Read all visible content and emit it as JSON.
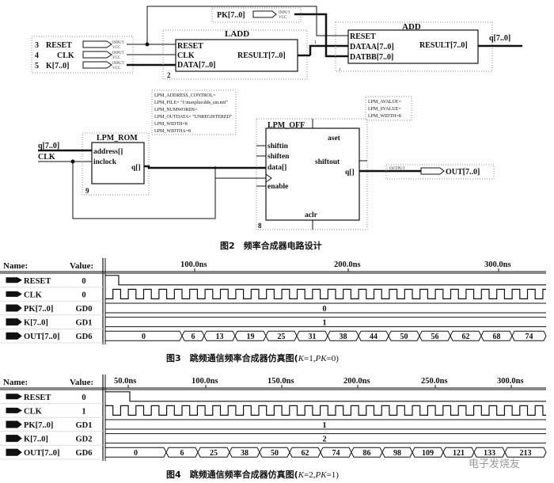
{
  "circuit": {
    "inputs": [
      "RESET",
      "CLK",
      "K[7..0]"
    ],
    "input_numbers": [
      "3",
      "4",
      "5"
    ],
    "input_buf_label": "INPUT",
    "input_vcc_label": "VCC",
    "pk_input": "PK[7..0]",
    "ladd": {
      "title": "LADD",
      "number": "2",
      "ports_in": [
        "RESET",
        "CLK",
        "DATA[7..0]"
      ],
      "port_out": "RESULT[7..0]"
    },
    "add": {
      "title": "ADD",
      "number": "1",
      "ports_in": [
        "RESET",
        "DATAA[7..0]",
        "DATBB[7..0]"
      ],
      "port_out": "RESULT[7..0]"
    },
    "add_out": "q[7..0]",
    "lpm_rom": {
      "title": "LPM_ROM",
      "number": "9",
      "ports_in": [
        "address[]",
        "inclock"
      ],
      "port_out": "q[]",
      "params": [
        "LPM_ADDRESS_CONTROL=",
        "LPM_FILE= \"f:\\maxplus\\dds_sin.mif\"",
        "LPM_NUMWORDS=",
        "LPM_OUTDATA= \"UNREGISTERED\"",
        "LPM_WIDTH=8",
        "LPM_WIDTHA=8"
      ]
    },
    "rom_inputs": [
      "q[7..0]",
      "CLK"
    ],
    "lpm_off": {
      "title": "LPM_OFF",
      "number": "8",
      "ports_in": [
        "shiftin",
        "shiften",
        "data[]",
        "",
        "enable"
      ],
      "top": "aset",
      "bottom": "aclr",
      "out1": "shiftout",
      "out2": "q[]",
      "params": [
        "LPM_AVALUE=",
        "LPM_SVALUE=",
        "LPM_WIDTH=8"
      ]
    },
    "output_label": "OUT[7..0]",
    "output_buf_label": "OUTPUT"
  },
  "fig2_caption": "图2　频率合成器电路设计",
  "sim1": {
    "caption_main": "图3　跳频通信频率合成器仿真图(",
    "caption_k": "K",
    "caption_mid": "=1,",
    "caption_pk": "PK",
    "caption_end": "=0)",
    "header_name": "Name:",
    "header_value": "Value:",
    "time_labels": [
      "100.0ns",
      "200.0ns",
      "300.0ns"
    ],
    "signals": [
      {
        "name": "RESET",
        "value": "0",
        "icon": "input-pin-icon"
      },
      {
        "name": "CLK",
        "value": "0",
        "icon": "input-pin-icon"
      },
      {
        "name": "PK[7..0]",
        "value": "GD0",
        "icon": "bus-pin-icon",
        "bus_value": "0"
      },
      {
        "name": "K[7..0]",
        "value": "GD1",
        "icon": "bus-pin-icon",
        "bus_value": "1"
      },
      {
        "name": "OUT[7..0]",
        "value": "GD6",
        "icon": "bus-output-icon"
      }
    ],
    "out_values": [
      "0",
      "6",
      "13",
      "19",
      "25",
      "31",
      "38",
      "44",
      "50",
      "56",
      "62",
      "68",
      "74"
    ]
  },
  "sim2": {
    "caption_main": "图4　跳频通信频率合成器仿真图(",
    "caption_k": "K",
    "caption_mid": "=2,",
    "caption_pk": "PK",
    "caption_end": "=1)",
    "header_name": "Name:",
    "header_value": "Value:",
    "time_labels": [
      "50.0ns",
      "100.0ns",
      "150.0ns",
      "200.0ns",
      "250.0ns",
      "300.0ns"
    ],
    "signals": [
      {
        "name": "RESET",
        "value": "0",
        "icon": "input-pin-icon"
      },
      {
        "name": "CLK",
        "value": "1",
        "icon": "input-pin-icon"
      },
      {
        "name": "PK[7..0]",
        "value": "GD1",
        "icon": "bus-pin-icon",
        "bus_value": "1"
      },
      {
        "name": "K[7..0]",
        "value": "GD2",
        "icon": "bus-pin-icon",
        "bus_value": "2"
      },
      {
        "name": "OUT[7..0]",
        "value": "GD6",
        "icon": "bus-output-icon"
      }
    ],
    "out_values": [
      "0",
      "6",
      "25",
      "38",
      "50",
      "62",
      "74",
      "86",
      "98",
      "109",
      "121",
      "133",
      "213"
    ]
  },
  "watermark": "电子发烧友"
}
